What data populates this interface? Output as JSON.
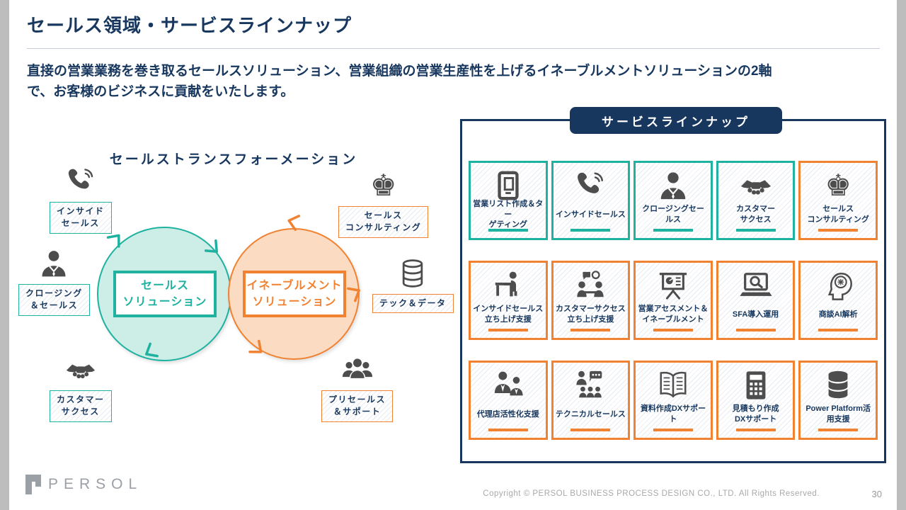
{
  "slide": {
    "title": "セールス領域・サービスラインナップ",
    "intro_lines": [
      "直接の営業業務を巻き取るセールスソリューション、営業組織の営業生産性を上げるイネーブルメントソリューションの2軸",
      "で、お客様のビジネスに貢献をいたします。"
    ]
  },
  "diagram": {
    "title": "セールストランスフォーメーション",
    "solutions": [
      {
        "label": "セールス\nソリューション",
        "color": "teal"
      },
      {
        "label": "イネーブルメント\nソリューション",
        "color": "orange"
      }
    ],
    "satellites": [
      {
        "label": "インサイド\nセールス",
        "icon": "phone",
        "color": "teal"
      },
      {
        "label": "セールス\nコンサルティング",
        "icon": "chess-king",
        "color": "orange"
      },
      {
        "label": "クロージング\n＆セールス",
        "icon": "businessman",
        "color": "teal"
      },
      {
        "label": "テック＆データ",
        "icon": "database",
        "color": "orange"
      },
      {
        "label": "カスタマー\nサクセス",
        "icon": "handshake",
        "color": "teal"
      },
      {
        "label": "プリセールス\n＆サポート",
        "icon": "people-group",
        "color": "orange"
      }
    ]
  },
  "panel": {
    "title": "サービスラインナップ",
    "tiles": [
      {
        "label": "営業リスト作成＆ター\nゲティング",
        "icon": "book-list",
        "color": "teal"
      },
      {
        "label": "インサイドセールス",
        "icon": "phone",
        "color": "teal"
      },
      {
        "label": "クロージングセー\nルス",
        "icon": "businessman",
        "color": "teal"
      },
      {
        "label": "カスタマー\nサクセス",
        "icon": "handshake",
        "color": "teal"
      },
      {
        "label": "セールス\nコンサルティング",
        "icon": "chess-king",
        "color": "orange"
      },
      {
        "label": "インサイドセールス\n立ち上げ支援",
        "icon": "desk-support",
        "color": "orange"
      },
      {
        "label": "カスタマーサクセス\n立ち上げ支援",
        "icon": "meeting",
        "color": "orange"
      },
      {
        "label": "営業アセスメント＆\nイネーブルメント",
        "icon": "presentation",
        "color": "orange"
      },
      {
        "label": "SFA導入運用",
        "icon": "laptop-search",
        "color": "orange"
      },
      {
        "label": "商談AI解析",
        "icon": "ai-head",
        "color": "orange"
      },
      {
        "label": "代理店活性化支援",
        "icon": "partners",
        "color": "orange"
      },
      {
        "label": "テクニカルセールス",
        "icon": "lecture",
        "color": "orange"
      },
      {
        "label": "資料作成DXサポート",
        "icon": "open-book",
        "color": "orange"
      },
      {
        "label": "見積もり作成\nDXサポート",
        "icon": "calculator",
        "color": "orange"
      },
      {
        "label": "Power Platform活\n用支援",
        "icon": "database-solid",
        "color": "orange"
      }
    ]
  },
  "footer": {
    "logo_text": "PERSOL",
    "copyright": "Copyright © PERSOL BUSINESS PROCESS DESIGN CO., LTD. All Rights Reserved.",
    "page_number": "30"
  },
  "colors": {
    "navy": "#17375E",
    "teal": "#1FB2A1",
    "teal_light": "#CDEDE7",
    "orange": "#F08232",
    "orange_light": "#FBDCC2",
    "icon_gray": "#4D4D4D"
  }
}
